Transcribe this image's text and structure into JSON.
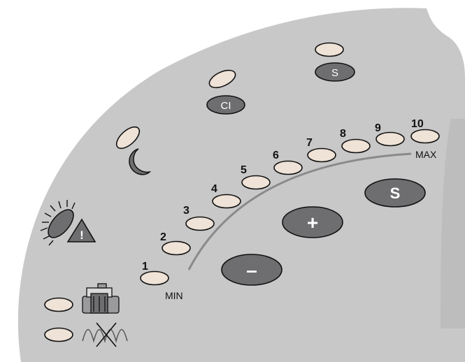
{
  "scale": {
    "levels": [
      "1",
      "2",
      "3",
      "4",
      "5",
      "6",
      "7",
      "8",
      "9",
      "10"
    ],
    "min_label": "MIN",
    "max_label": "MAX"
  },
  "buttons": {
    "plus": "+",
    "minus": "–",
    "s_large": "S",
    "s_small": "S",
    "ci": "CI"
  },
  "icons": [
    "moon-icon",
    "lamp-warning-icon",
    "appliance-icon",
    "crossed-wave-icon"
  ],
  "colors": {
    "panel": "#c8c8c9",
    "led": "#efe2d6",
    "button": "#6e6e70",
    "outline": "#111111"
  }
}
